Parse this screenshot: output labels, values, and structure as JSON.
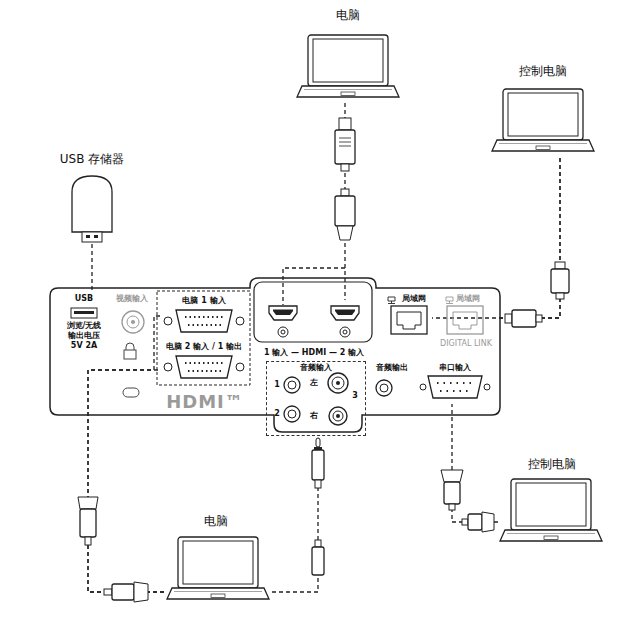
{
  "diagram": {
    "nodes": [
      {
        "text": [
          "电脑"
        ]
      },
      {
        "text": [
          "控制电脑"
        ]
      },
      {
        "text": [
          "USB 存储器"
        ]
      },
      {
        "text": [
          "HDMI™"
        ]
      },
      {
        "text": [
          "USB",
          "浏览/无线 输出电压 5V 2A"
        ],
        "in": 3
      },
      {
        "text": [
          "视频输入"
        ],
        "in": 3
      },
      {
        "text": [
          "电脑 1 输入"
        ],
        "in": 3
      },
      {
        "text": [
          "电脑 2 输入 / 1 输出"
        ],
        "in": 3
      },
      {
        "text": [
          "1 输入 — HDMI — 2 输入"
        ],
        "in": 3
      },
      {
        "text": [
          "局域网"
        ],
        "in": 3
      },
      {
        "text": [
          "局域网",
          "DIGITAL LINK"
        ],
        "in": 3
      },
      {
        "text": [
          "音频输入"
        ],
        "in": 3
      },
      {
        "text": [
          "音频输出"
        ],
        "in": 3
      },
      {
        "text": [
          "串口输入"
        ],
        "in": 3
      },
      {
        "text": [
          "电脑"
        ]
      },
      {
        "text": [
          "控制电脑"
        ]
      }
    ],
    "edges": [
      {
        "from": 2,
        "to": 4,
        "arrow": "none"
      },
      {
        "from": 0,
        "to": 8,
        "arrow": "none"
      },
      {
        "from": 1,
        "to": 10,
        "arrow": "none"
      },
      {
        "from": 1,
        "to": 9,
        "arrow": "none"
      },
      {
        "from": 14,
        "to": 7,
        "arrow": "none"
      },
      {
        "from": 14,
        "to": 6,
        "arrow": "none"
      },
      {
        "from": 14,
        "to": 11,
        "arrow": "none"
      },
      {
        "from": 15,
        "to": 13,
        "arrow": "none"
      }
    ],
    "labels": [
      "1",
      "左",
      "3",
      "2",
      "右"
    ]
  }
}
